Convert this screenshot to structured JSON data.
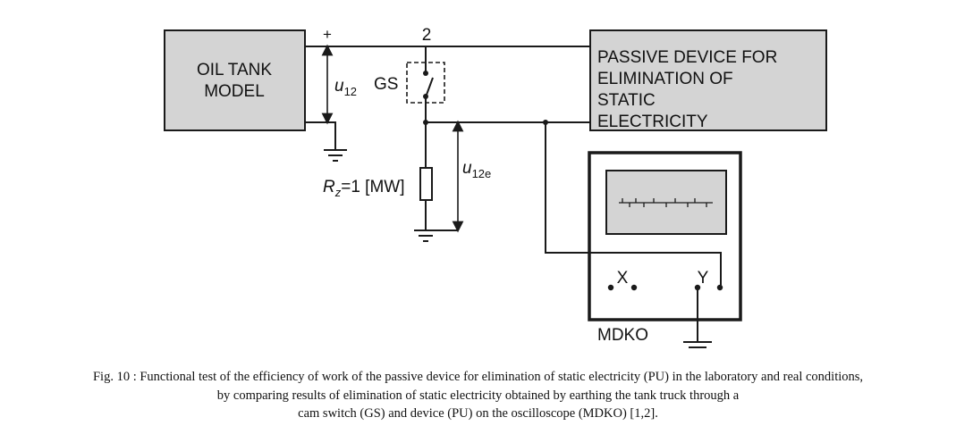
{
  "diagram": {
    "oil_tank": {
      "line1": "OIL TANK",
      "line2": "MODEL"
    },
    "passive_device": {
      "lines": [
        "PASSIVE DEVICE FOR",
        "ELIMINATION OF",
        "STATIC",
        "ELECTRICITY"
      ]
    },
    "plus_sign": "+",
    "node_label": "2",
    "switch_label": "GS",
    "u12": {
      "base": "u",
      "sub": "12"
    },
    "u12e": {
      "base": "u",
      "sub": "12e"
    },
    "resistor": {
      "symbol": "R",
      "sub": "z",
      "value": "=1 [MW]"
    },
    "oscilloscope": {
      "label": "MDKO",
      "x_terminal": "X",
      "y_terminal": "Y"
    },
    "colors": {
      "box_fill": "#d4d4d4",
      "line": "#1a1a1a"
    }
  },
  "caption": {
    "line1": "Fig. 10 : Functional test of the efficiency of work of the passive device for elimination of static electricity (PU) in the laboratory and real conditions,",
    "line2": "by comparing results of elimination of static electricity obtained by earthing the tank truck through a",
    "line3": "cam switch (GS) and device (PU) on the oscilloscope (MDKO) [1,2]."
  }
}
